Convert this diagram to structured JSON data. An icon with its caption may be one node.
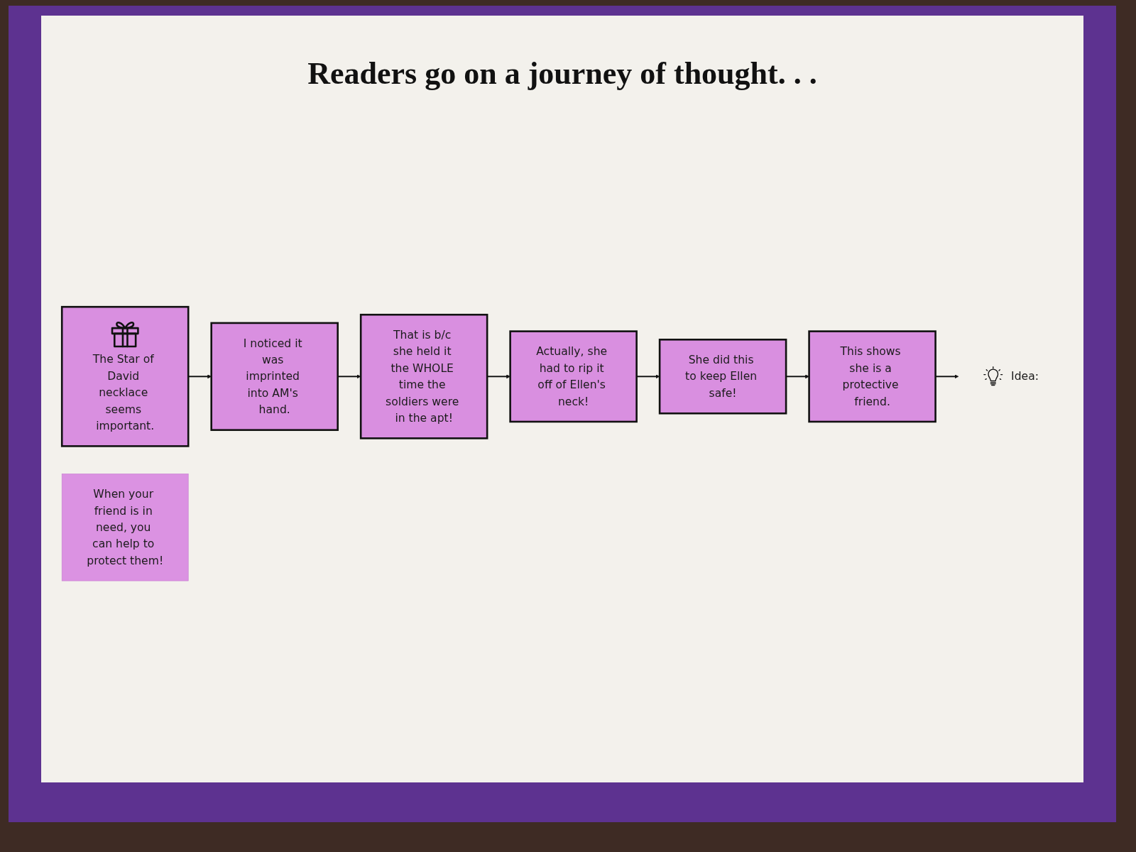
{
  "diagram": {
    "title": "Readers go on a journey of thought. . .",
    "nodes": [
      {
        "text": [
          "The Star of David necklace seems important."
        ]
      },
      {
        "text": [
          "I noticed it was imprinted into AM's hand."
        ]
      },
      {
        "text": [
          "That is b/c she held it the WHOLE time the soldiers were in the apt!"
        ]
      },
      {
        "text": [
          "Actually, she had to rip it off of Ellen's neck!"
        ]
      },
      {
        "text": [
          "She did this to keep Ellen safe!"
        ]
      },
      {
        "text": [
          "This shows she is a protective friend."
        ]
      },
      {
        "text": [
          "Idea:"
        ]
      },
      {
        "text": [
          "When your friend is in need, you can help to protect them!"
        ]
      }
    ],
    "edges": [
      {
        "from": 0,
        "to": 1,
        "arrow": "to"
      },
      {
        "from": 1,
        "to": 2,
        "arrow": "to"
      },
      {
        "from": 2,
        "to": 3,
        "arrow": "to"
      },
      {
        "from": 3,
        "to": 4,
        "arrow": "to"
      },
      {
        "from": 4,
        "to": 5,
        "arrow": "to"
      },
      {
        "from": 5,
        "to": 6,
        "arrow": "to"
      }
    ]
  }
}
